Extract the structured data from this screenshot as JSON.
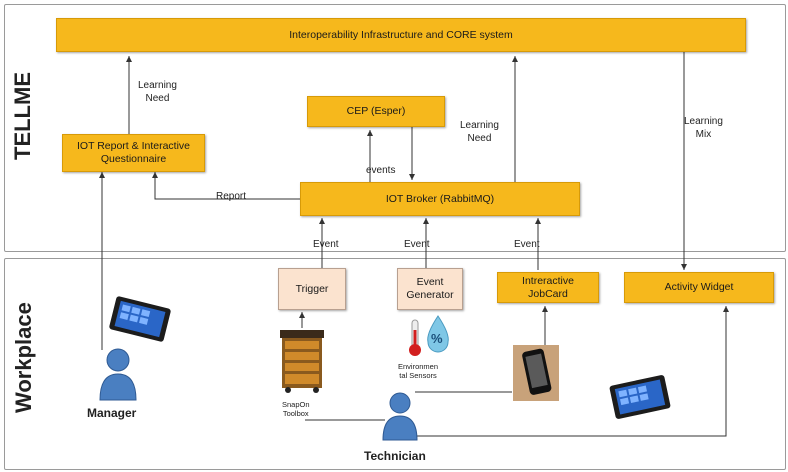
{
  "regions": {
    "tellme": "TELLME",
    "workplace": "Workplace"
  },
  "boxes": {
    "interop": "Interoperability Infrastructure and CORE system",
    "cep": "CEP (Esper)",
    "iot_report": "IOT Report & Interactive Questionnaire",
    "broker": "IOT Broker (RabbitMQ)",
    "trigger": "Trigger",
    "event_generator": "Event Generator",
    "jobcard": "Intreractive JobCard",
    "activity_widget": "Activity Widget"
  },
  "edge_labels": {
    "learning_need_1": "Learning\nNeed",
    "learning_need_2": "Learning\nNeed",
    "learning_mix": "Learning\nMix",
    "events": "events",
    "report": "Report",
    "event_1": "Event",
    "event_2": "Event",
    "event_3": "Event"
  },
  "actors": {
    "manager": "Manager",
    "technician": "Technician"
  },
  "devices": {
    "toolbox": "SnapOn\nToolbox",
    "sensors": "Environmen\ntal Sensors",
    "sensor_percent": "%"
  },
  "colors": {
    "box_orange": "#f6b81c",
    "box_beige": "#fbe3cf",
    "actor_blue": "#4a7fc1",
    "line": "#333333"
  }
}
